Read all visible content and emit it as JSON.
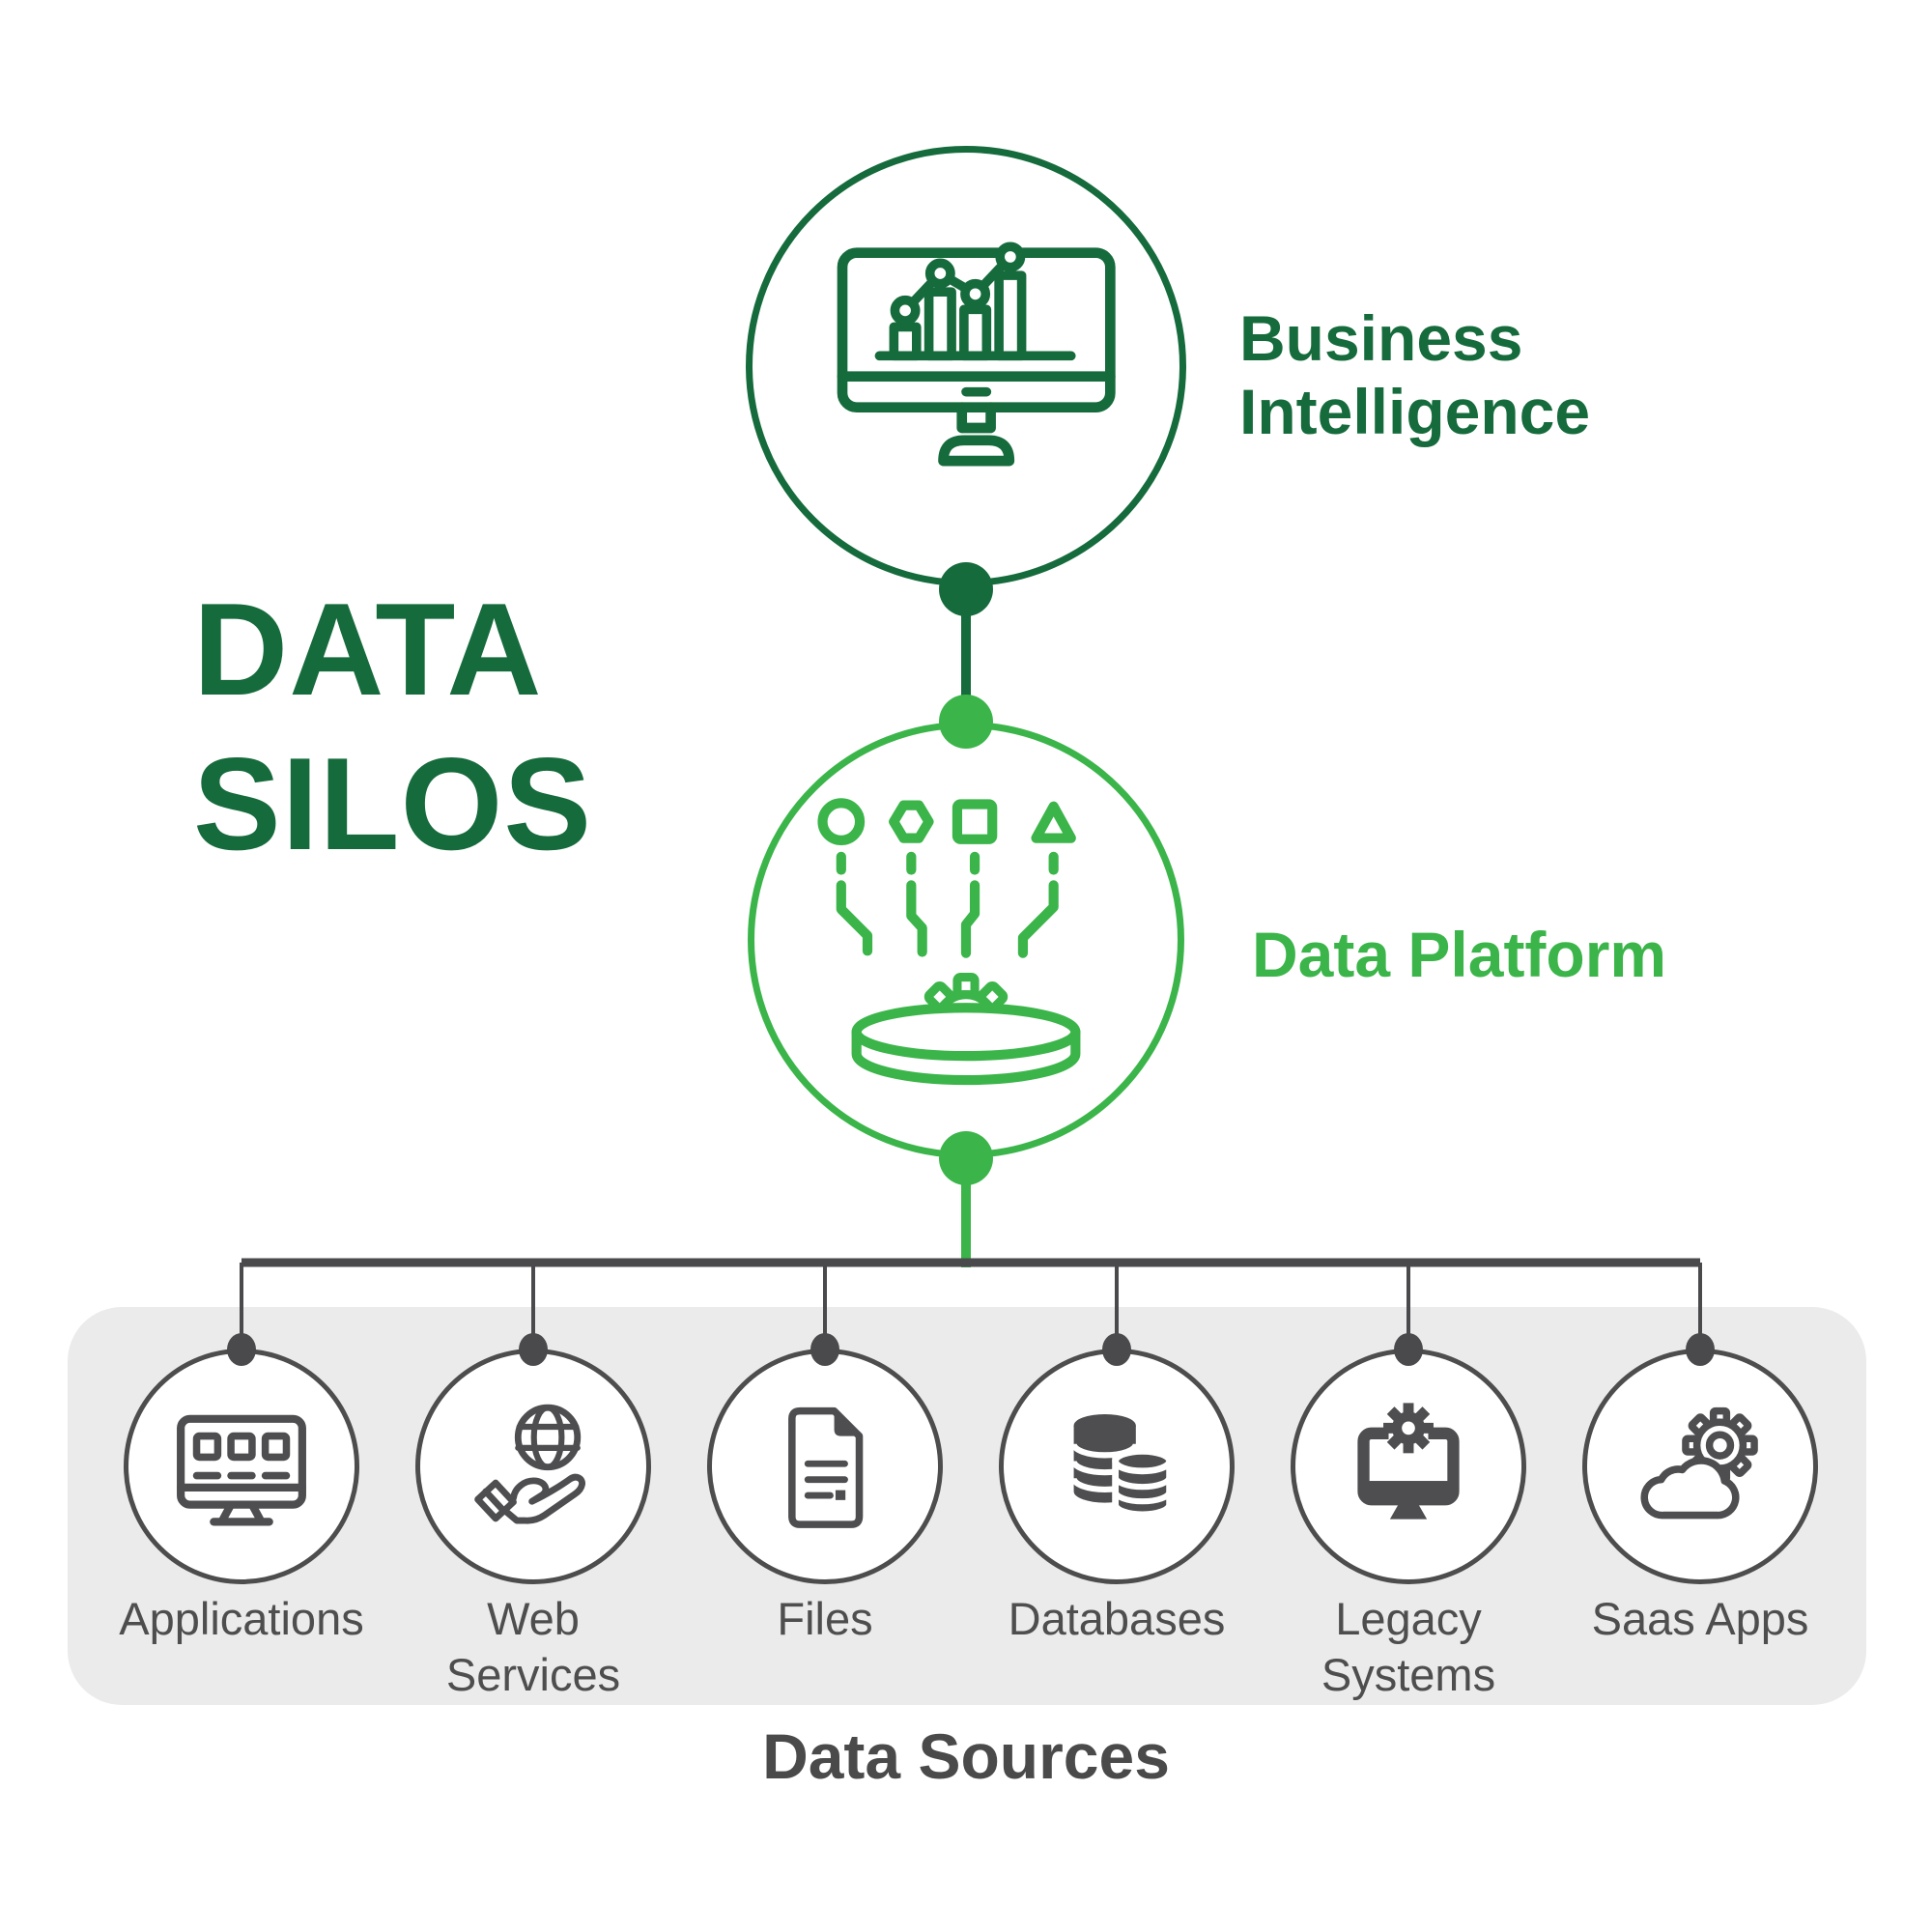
{
  "title": {
    "line1": "DATA",
    "line2": "SILOS"
  },
  "nodes": {
    "business_intelligence": {
      "label_line1": "Business",
      "label_line2": "Intelligence",
      "icon": "monitor-chart-icon"
    },
    "data_platform": {
      "label": "Data Platform",
      "icon": "shapes-funnel-gear-bowl-icon"
    }
  },
  "sources": {
    "heading": "Data Sources",
    "items": [
      {
        "label": "Applications",
        "icon": "monitor-apps-icon"
      },
      {
        "label": "Web Services",
        "icon": "hand-globe-icon"
      },
      {
        "label": "Files",
        "icon": "document-icon"
      },
      {
        "label": "Databases",
        "icon": "database-cylinders-icon"
      },
      {
        "label": "Legacy Systems",
        "icon": "monitor-gear-icon"
      },
      {
        "label": "Saas Apps",
        "icon": "cloud-gear-icon"
      }
    ]
  },
  "colors": {
    "dark_green": "#166B3C",
    "bright_green": "#3BB54A",
    "icon_gray": "#4E4E50",
    "line_gray": "#4A4A4C",
    "panel_gray": "#EBEBEB"
  }
}
